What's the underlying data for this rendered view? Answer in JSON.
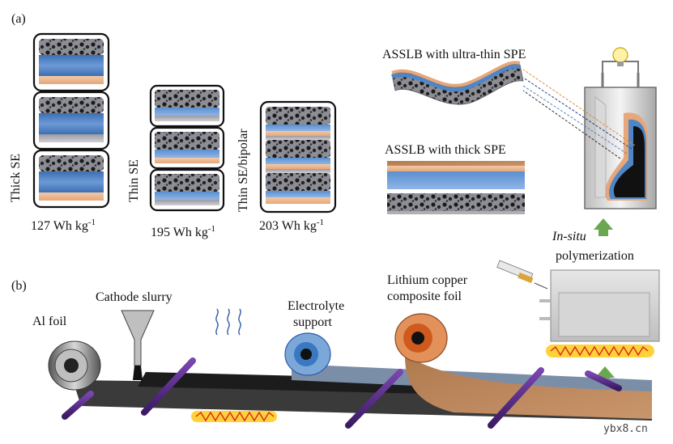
{
  "panel_a": {
    "tag": "(a)",
    "cell_thick": {
      "label": "Thick SE",
      "energy": "127 Wh kg",
      "sup": "-1"
    },
    "cell_thin": {
      "label": "Thin SE",
      "energy": "195 Wh kg",
      "sup": "-1"
    },
    "cell_bipolar": {
      "label": "Thin SE/bipolar",
      "energy": "203 Wh kg",
      "sup": "-1"
    },
    "ultra_thin": "ASSLB with ultra-thin SPE",
    "thick_spe": "ASSLB with thick SPE"
  },
  "panel_b": {
    "tag": "(b)",
    "al_foil": "Al foil",
    "cathode_slurry": "Cathode slurry",
    "electrolyte_support_1": "Electrolyte",
    "electrolyte_support_2": "support",
    "li_cu_1": "Lithium copper",
    "li_cu_2": "composite foil",
    "in_situ_1": "In-situ",
    "in_situ_2": "polymerization"
  },
  "watermark": "ybx8.cn",
  "colors": {
    "electrolyte_blue": "#4f86c6",
    "cathode_dark": "#2a2a2a",
    "copper": "#c08a5e",
    "roller_purple": "#5b2b8c",
    "heater_yellow": "#ffd23a",
    "heater_red": "#d7261e",
    "arrow_green": "#6aa84f"
  }
}
